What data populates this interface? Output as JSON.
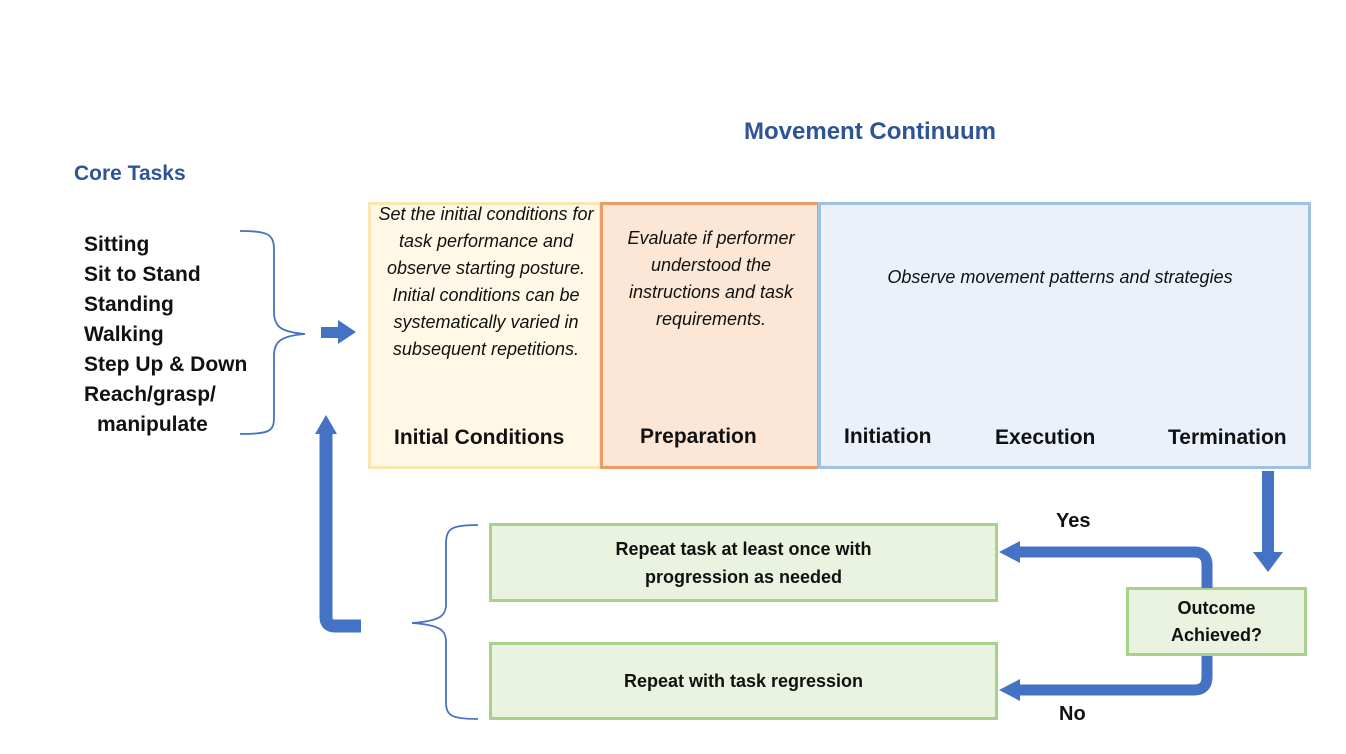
{
  "title": "Movement Continuum",
  "core_tasks": {
    "title": "Core Tasks",
    "items": [
      "Sitting",
      "Sit to Stand",
      "Standing",
      "Walking",
      "Step Up & Down",
      "Reach/grasp/",
      "manipulate"
    ]
  },
  "stages": {
    "initial": {
      "description": "Set the initial conditions for task performance and observe starting posture. Initial conditions can be systematically varied in subsequent repetitions.",
      "label": "Initial Conditions"
    },
    "preparation": {
      "description": "Evaluate if performer understood the instructions and task requirements.",
      "label": "Preparation"
    },
    "movement": {
      "description": "Observe movement patterns and strategies",
      "labels": [
        "Initiation",
        "Execution",
        "Termination"
      ]
    }
  },
  "decision": {
    "outcome": "Outcome Achieved?",
    "yes_label": "Yes",
    "no_label": "No",
    "repeat_progression": "Repeat task at least once  with progression as needed",
    "repeat_regression": "Repeat with task regression"
  },
  "colors": {
    "accent_blue": "#2f5496",
    "arrow_blue": "#4472c4",
    "yellow_fill": "#fff8e6",
    "orange_border": "#ed9c68",
    "blue_border": "#9fc1e3",
    "green_border": "#a9d18e"
  }
}
